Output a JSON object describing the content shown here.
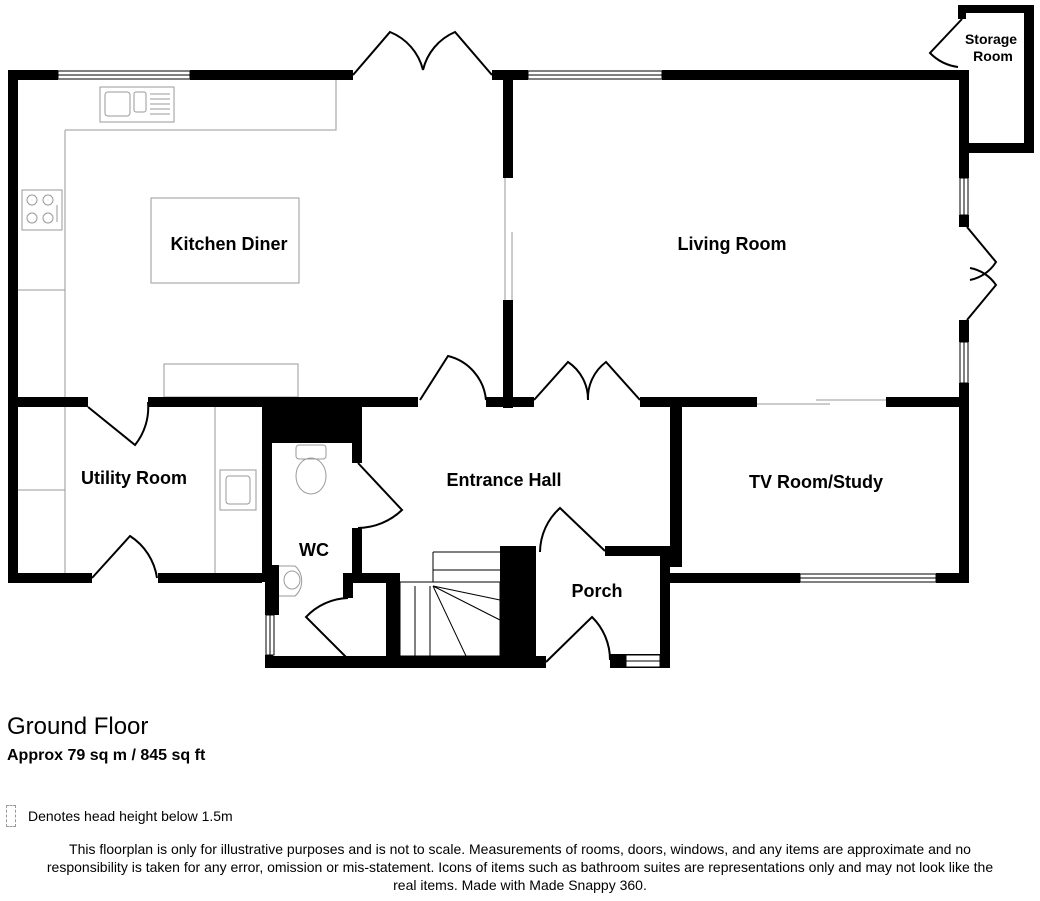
{
  "rooms": {
    "kitchen_diner": "Kitchen Diner",
    "living_room": "Living Room",
    "storage_room_line1": "Storage",
    "storage_room_line2": "Room",
    "utility_room": "Utility Room",
    "entrance_hall": "Entrance Hall",
    "tv_room_study": "TV Room/Study",
    "wc": "WC",
    "porch": "Porch"
  },
  "floor": {
    "title": "Ground Floor",
    "area": "Approx 79 sq m / 845 sq ft"
  },
  "legend": {
    "text": "Denotes head height below 1.5m"
  },
  "disclaimer": "This floorplan is only for illustrative purposes and is not to scale. Measurements of rooms, doors, windows, and any items are approximate and no responsibility is taken for any error, omission or mis-statement. Icons of items such as bathroom suites are representations only and may not look like the real items. Made with Made Snappy 360.",
  "colors": {
    "wall": "#000000",
    "fixture": "#9a9a9a"
  }
}
